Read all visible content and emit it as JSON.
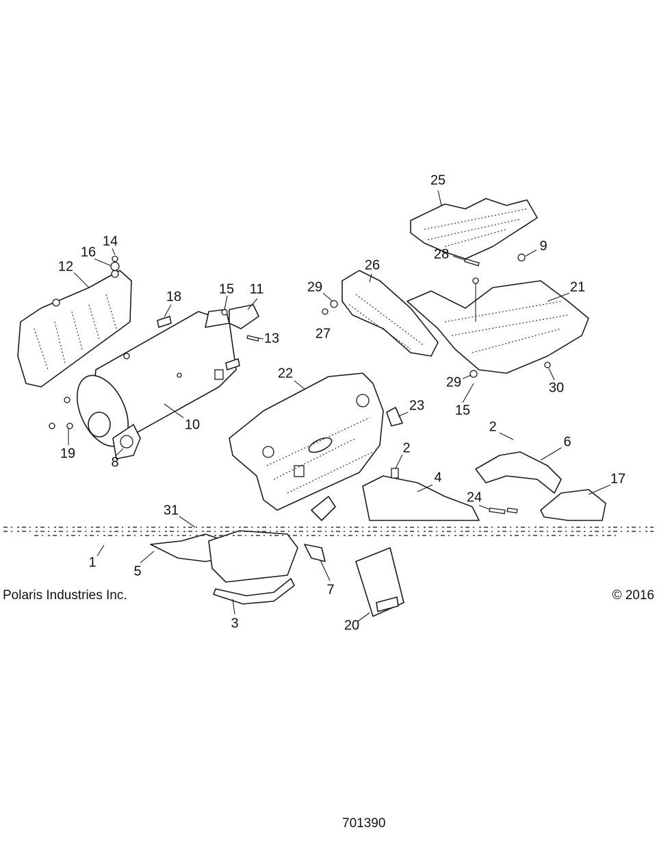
{
  "footer": {
    "company": "Polaris Industries Inc.",
    "copyright": "© 2016",
    "drawing_number": "701390"
  },
  "callouts": {
    "c1": "1",
    "c2a": "2",
    "c2b": "2",
    "c3": "3",
    "c4": "4",
    "c5": "5",
    "c6": "6",
    "c7": "7",
    "c8": "8",
    "c9": "9",
    "c10": "10",
    "c11": "11",
    "c12": "12",
    "c13": "13",
    "c14": "14",
    "c15a": "15",
    "c15b": "15",
    "c16": "16",
    "c17": "17",
    "c18": "18",
    "c19": "19",
    "c20": "20",
    "c21": "21",
    "c22": "22",
    "c23": "23",
    "c24": "24",
    "c25": "25",
    "c26": "26",
    "c27": "27",
    "c28": "28",
    "c29a": "29",
    "c29b": "29",
    "c30": "30",
    "c31": "31"
  }
}
